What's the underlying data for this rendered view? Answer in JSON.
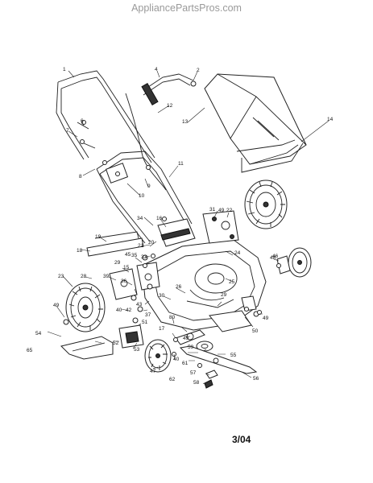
{
  "watermark": "AppliancePartsPros.com",
  "date_code": "3/04",
  "callouts": [
    "1",
    "2",
    "4",
    "12",
    "13",
    "14",
    "6",
    "7",
    "8",
    "9",
    "10",
    "11",
    "16",
    "31",
    "49",
    "22",
    "34",
    "19",
    "18",
    "21",
    "20",
    "33",
    "35",
    "45",
    "15",
    "29",
    "28",
    "36",
    "39",
    "23",
    "24",
    "25",
    "26",
    "30",
    "37",
    "43",
    "42",
    "40",
    "49",
    "80",
    "29",
    "51",
    "52",
    "17",
    "54",
    "53",
    "65",
    "50",
    "48",
    "40",
    "49",
    "47",
    "62",
    "61",
    "59",
    "55",
    "57",
    "56",
    "58",
    "49",
    "46"
  ]
}
